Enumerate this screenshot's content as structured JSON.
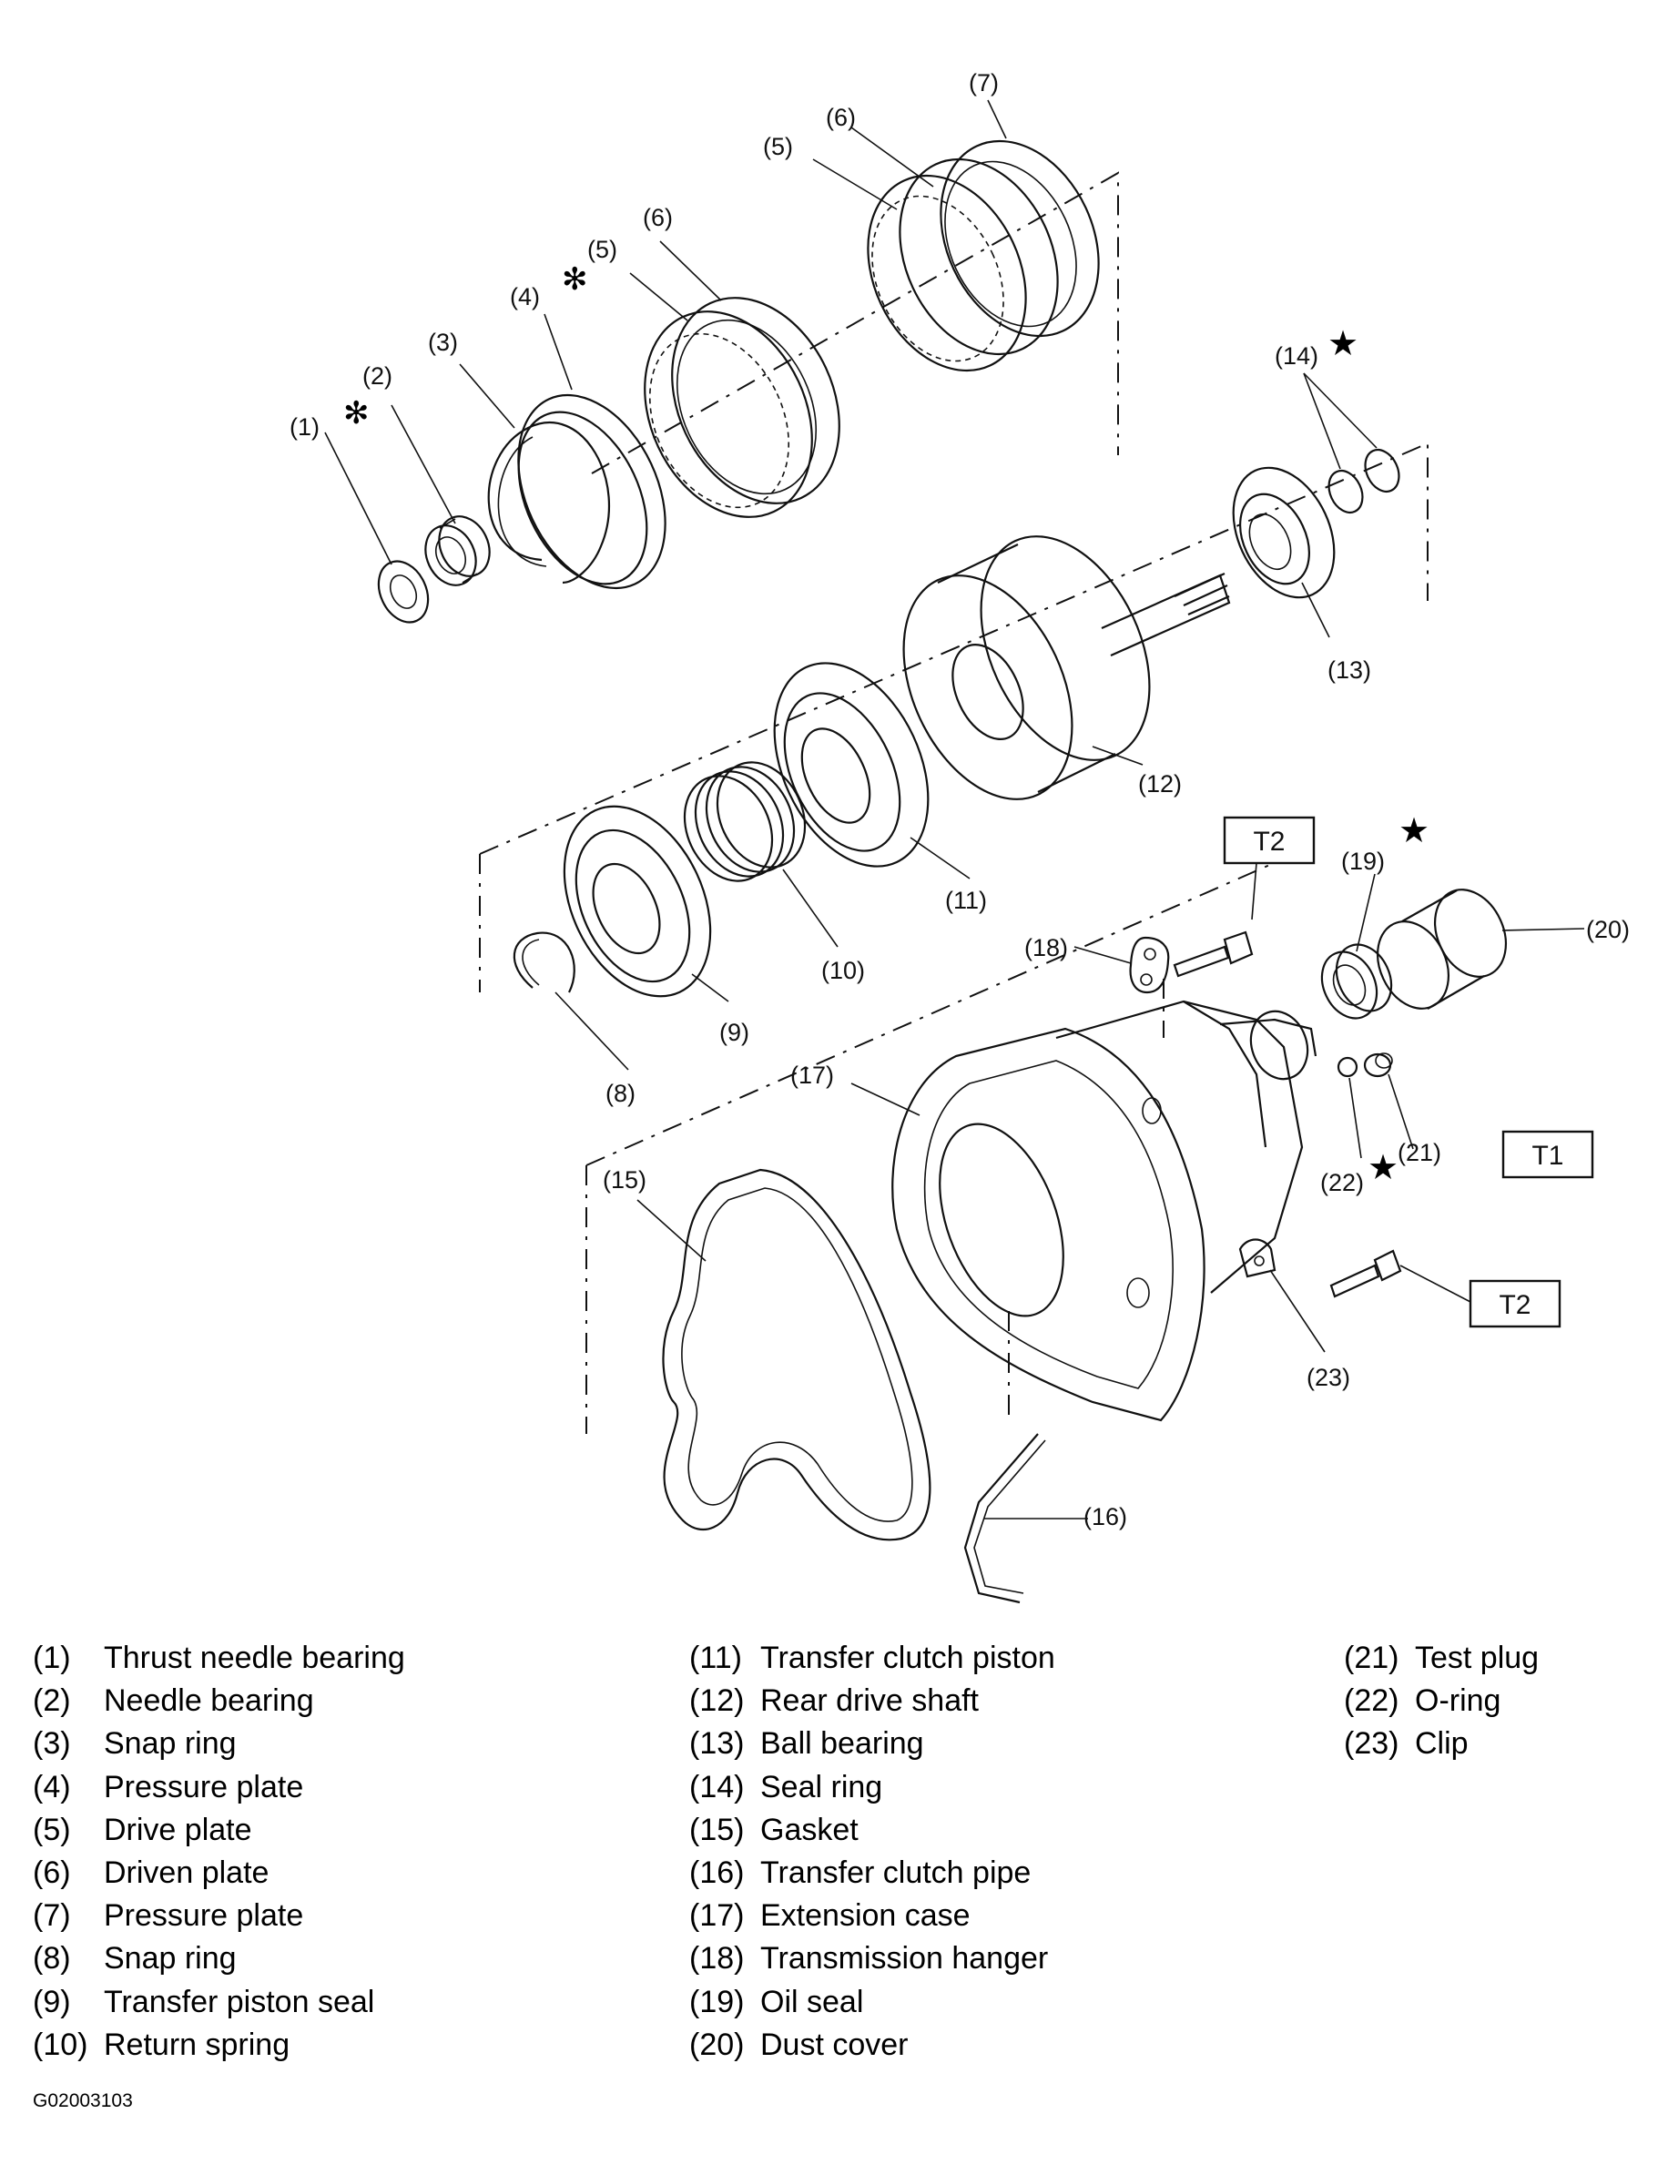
{
  "callouts": {
    "c1": "(1)",
    "c2": "(2)",
    "c3": "(3)",
    "c4": "(4)",
    "c5a": "(5)",
    "c5b": "(5)",
    "c6a": "(6)",
    "c6b": "(6)",
    "c7": "(7)",
    "c8": "(8)",
    "c9": "(9)",
    "c10": "(10)",
    "c11": "(11)",
    "c12": "(12)",
    "c13": "(13)",
    "c14": "(14)",
    "c15": "(15)",
    "c16": "(16)",
    "c17": "(17)",
    "c18": "(18)",
    "c19": "(19)",
    "c20": "(20)",
    "c21": "(21)",
    "c22": "(22)",
    "c23": "(23)"
  },
  "marks": {
    "asterisk": "✻",
    "star": "★"
  },
  "torque_tags": {
    "t1": "T1",
    "t2_top": "T2",
    "t2_bottom": "T2"
  },
  "legend": {
    "col1": [
      {
        "num": "(1)",
        "name": "Thrust needle bearing"
      },
      {
        "num": "(2)",
        "name": "Needle bearing"
      },
      {
        "num": "(3)",
        "name": "Snap ring"
      },
      {
        "num": "(4)",
        "name": "Pressure plate"
      },
      {
        "num": "(5)",
        "name": "Drive plate"
      },
      {
        "num": "(6)",
        "name": "Driven plate"
      },
      {
        "num": "(7)",
        "name": "Pressure plate"
      },
      {
        "num": "(8)",
        "name": "Snap ring"
      },
      {
        "num": "(9)",
        "name": "Transfer piston seal"
      },
      {
        "num": "(10)",
        "name": "Return spring"
      }
    ],
    "col2": [
      {
        "num": "(11)",
        "name": "Transfer clutch piston"
      },
      {
        "num": "(12)",
        "name": "Rear drive shaft"
      },
      {
        "num": "(13)",
        "name": "Ball bearing"
      },
      {
        "num": "(14)",
        "name": "Seal ring"
      },
      {
        "num": "(15)",
        "name": "Gasket"
      },
      {
        "num": "(16)",
        "name": "Transfer clutch pipe"
      },
      {
        "num": "(17)",
        "name": "Extension case"
      },
      {
        "num": "(18)",
        "name": "Transmission hanger"
      },
      {
        "num": "(19)",
        "name": "Oil seal"
      },
      {
        "num": "(20)",
        "name": "Dust cover"
      }
    ],
    "col3": [
      {
        "num": "(21)",
        "name": "Test plug"
      },
      {
        "num": "(22)",
        "name": "O-ring"
      },
      {
        "num": "(23)",
        "name": "Clip"
      }
    ]
  },
  "figure_code": "G02003103"
}
